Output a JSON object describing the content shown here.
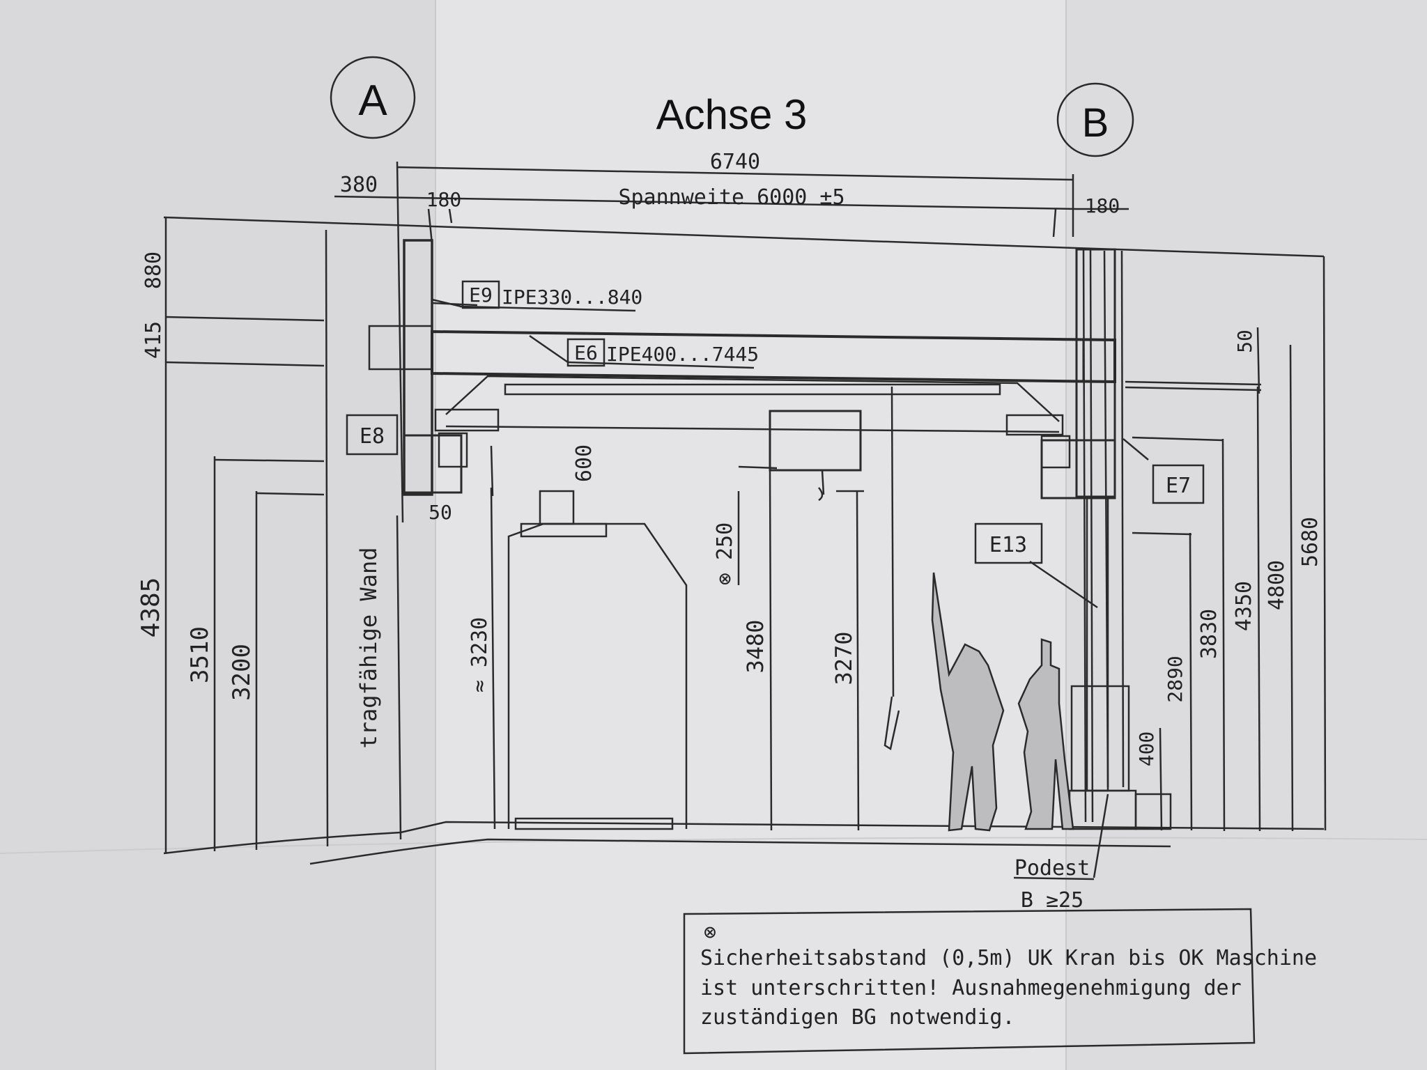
{
  "title": "Achse 3",
  "axes": {
    "left": "A",
    "right": "B"
  },
  "dimensions": {
    "total_width": "6740",
    "span": "Spannweite 6000 ±5",
    "left_offset": "380",
    "left_180": "180",
    "right_180": "180",
    "h_880": "880",
    "h_415": "415",
    "h_4385": "4385",
    "h_3510": "3510",
    "h_3200": "3200",
    "h_3230": "≈ 3230",
    "h_600": "600",
    "h_50_left": "50",
    "h_250": "⊗ 250",
    "h_3480": "3480",
    "h_3270": "3270",
    "h_50_right": "50",
    "h_2890": "2890",
    "h_400": "400",
    "h_3830": "3830",
    "h_4350": "4350",
    "h_4800": "4800",
    "h_5680": "5680"
  },
  "labels": {
    "e9_tag": "E9",
    "e9_profile": "IPE330...840",
    "e6_tag": "E6",
    "e6_profile": "IPE400...7445",
    "e8": "E8",
    "e7": "E7",
    "e13": "E13",
    "wall": "tragfähige Wand",
    "podest": "Podest",
    "podest_b": "B ≥25"
  },
  "note": {
    "symbol": "⊗",
    "line1": "Sicherheitsabstand (0,5m) UK Kran bis OK Maschine",
    "line2": "ist unterschritten! Ausnahmegenehmigung der",
    "line3": "zuständigen BG notwendig."
  }
}
